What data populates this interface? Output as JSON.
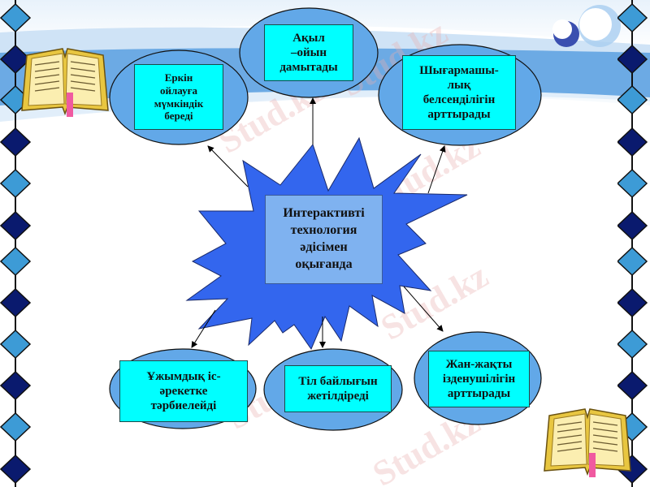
{
  "slide": {
    "center": {
      "label": "Интерактивті\nтехнология\nәдісімен\nоқығанда"
    },
    "nodes": [
      {
        "id": "top-left",
        "label": "Еркін\nойлауға\nмүмкіндік\nбереді"
      },
      {
        "id": "top-center",
        "label": "Ақыл\n–ойын\nдамытады"
      },
      {
        "id": "top-right",
        "label": "Шығармашы-\nлық\nбелсенділігін\nарттырады"
      },
      {
        "id": "bottom-left",
        "label": "Ұжымдық іс-\nәрекетке\nтәрбиелейді"
      },
      {
        "id": "bottom-center",
        "label": "Тіл байлығын\nжетілдіреді"
      },
      {
        "id": "bottom-right",
        "label": "Жан-жақты\nізденушілігін\nарттырады"
      }
    ],
    "watermark": "Stud.kz",
    "colors": {
      "ellipse_fill": "#62a8e8",
      "box_fill": "#00ffff",
      "star_fill": "#3366ee",
      "center_box_fill": "#7fb2f0",
      "diamond_light": "#3d9bd6",
      "diamond_dark": "#0a1a6e",
      "banner": "#5aa0e0"
    }
  }
}
